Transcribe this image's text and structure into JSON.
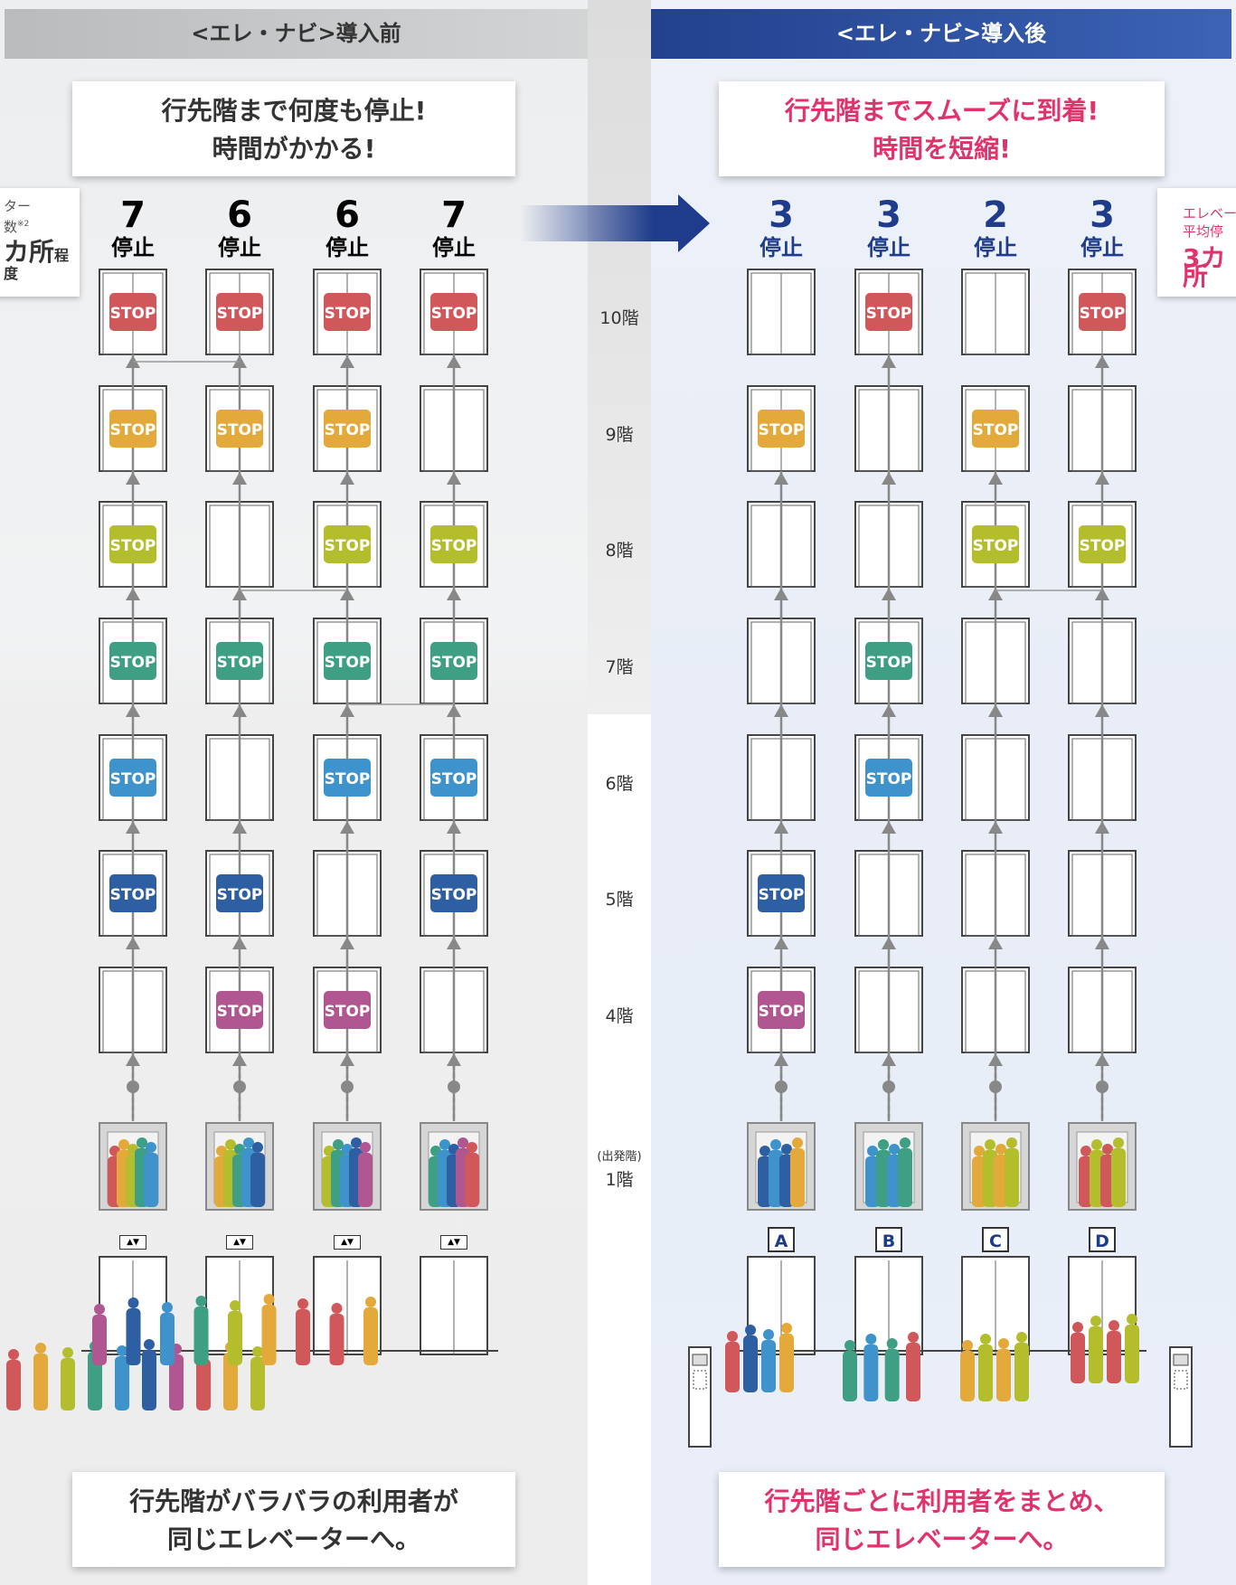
{
  "before": {
    "header": "<エレ・ナビ>導入前",
    "top_bubble": [
      "行先階まで何度も停止!",
      "時間がかかる!"
    ],
    "bottom_bubble": [
      "行先階がバラバラの利用者が",
      "同じエレベーターへ。"
    ],
    "side_card": [
      "ター",
      "数",
      "カ所",
      "程度"
    ],
    "stops": [
      {
        "count": "7",
        "label": "停止",
        "floors": [
          10,
          9,
          8,
          7,
          6,
          5
        ]
      },
      {
        "count": "6",
        "label": "停止",
        "floors": [
          10,
          9,
          7,
          5,
          4
        ]
      },
      {
        "count": "6",
        "label": "停止",
        "floors": [
          10,
          9,
          8,
          7,
          6,
          4
        ]
      },
      {
        "count": "7",
        "label": "停止",
        "floors": [
          10,
          8,
          7,
          6,
          5
        ]
      }
    ]
  },
  "after": {
    "header": "<エレ・ナビ>導入後",
    "top_bubble": [
      "行先階までスムーズに到着!",
      "時間を短縮!"
    ],
    "bottom_bubble": [
      "行先階ごとに利用者をまとめ、",
      "同じエレベーターへ。"
    ],
    "side_card": [
      "エレベー",
      "平均停",
      "3カ所"
    ],
    "stops": [
      {
        "count": "3",
        "label": "停止",
        "letter": "A",
        "floors": [
          9,
          5,
          4
        ]
      },
      {
        "count": "3",
        "label": "停止",
        "letter": "B",
        "floors": [
          10,
          7,
          6
        ]
      },
      {
        "count": "2",
        "label": "停止",
        "letter": "C",
        "floors": [
          9,
          8
        ]
      },
      {
        "count": "3",
        "label": "停止",
        "letter": "D",
        "floors": [
          10,
          8
        ]
      }
    ]
  },
  "floors": [
    "10階",
    "9階",
    "8階",
    "7階",
    "6階",
    "5階",
    "4階"
  ],
  "departure": {
    "note": "(出発階)",
    "label": "1階"
  },
  "stop_text": "STOP",
  "note_mark": "※2",
  "updown_symbol": "▲▼",
  "floor_colors": {
    "10": "#d0575a",
    "9": "#e3a93a",
    "8": "#b4bd2b",
    "7": "#3e9f84",
    "6": "#3f93cc",
    "5": "#2f5fa3",
    "4": "#b05792"
  }
}
